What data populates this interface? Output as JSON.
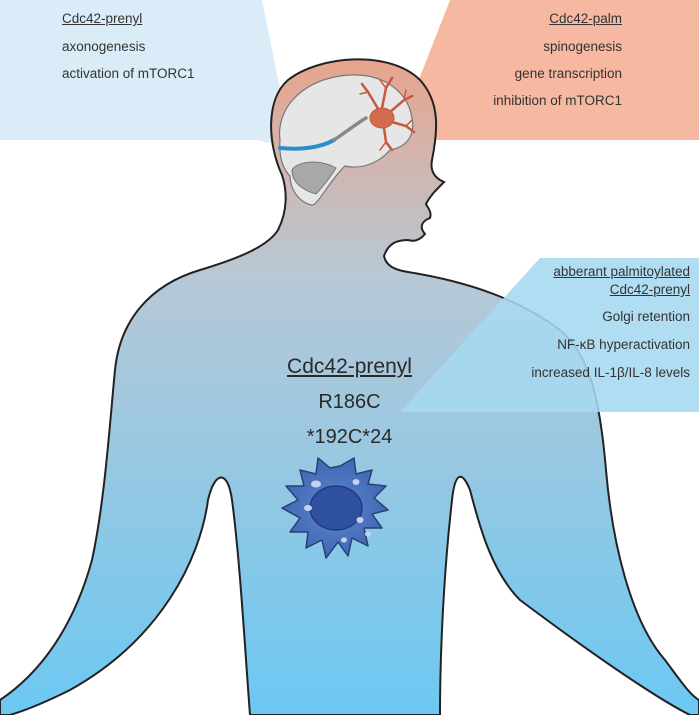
{
  "left_box": {
    "title": "Cdc42-prenyl",
    "lines": [
      "axonogenesis",
      "activation of mTORC1"
    ]
  },
  "right_box": {
    "title": "Cdc42-palm",
    "lines": [
      "spinogenesis",
      "gene transcription",
      "inhibition of mTORC1"
    ]
  },
  "body_box": {
    "title_line1": "abberant palmitoylated",
    "title_line2": "Cdc42-prenyl",
    "lines": [
      "Golgi retention",
      "NF-κB hyperactivation",
      "increased IL-1β/IL-8 levels"
    ]
  },
  "center": {
    "title": "Cdc42-prenyl",
    "variant1": "R186C",
    "variant2": "*192C*24"
  },
  "colors": {
    "left_panel": "#d9ecf8",
    "right_panel": "#f6b8a0",
    "body_panel": "#a6d8f0",
    "body_top": "#e8a48c",
    "body_bottom": "#6cc8f2",
    "outline": "#222222",
    "cell_fill": "#4a74c0",
    "nucleus_fill": "#2f4fa0",
    "neuron": "#d46a4e",
    "axon": "#2a8fc8"
  }
}
